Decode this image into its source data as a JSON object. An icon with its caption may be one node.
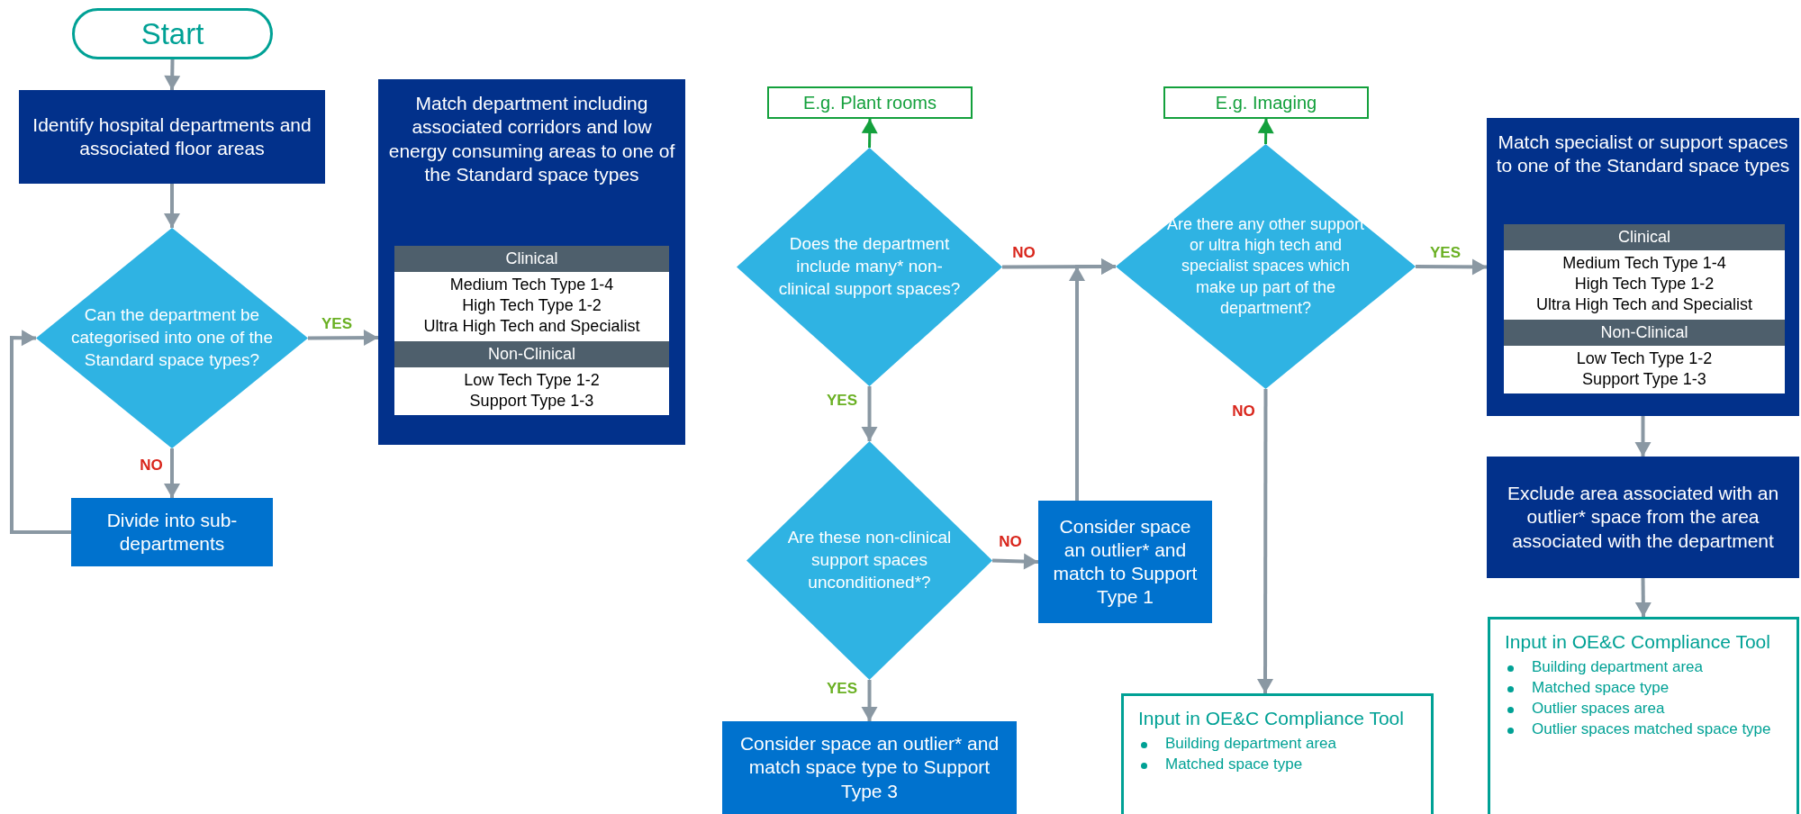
{
  "diagram": {
    "nodes": [
      {
        "text": [
          "Start"
        ]
      },
      {
        "text": [
          "Identify hospital departments and associated floor areas"
        ]
      },
      {
        "text": [
          "Can the department be categorised into one of the Standard space types?"
        ]
      },
      {
        "text": [
          "Divide into sub-departments"
        ]
      },
      {
        "text": [
          "Match department including associated corridors and low energy consuming areas to one of the Standard space types"
        ]
      },
      {
        "text": [
          "E.g. Plant rooms"
        ]
      },
      {
        "text": [
          "Does the department include many* non-clinical support spaces?"
        ]
      },
      {
        "text": [
          "Are these non-clinical support spaces unconditioned*?"
        ]
      },
      {
        "text": [
          "Consider space an outlier* and match to Support Type 1"
        ]
      },
      {
        "text": [
          "Consider space an outlier* and match space type to Support Type 3"
        ]
      },
      {
        "text": [
          "E.g. Imaging"
        ]
      },
      {
        "text": [
          "Are there any other support or ultra high tech and specialist spaces which make up part of the department?"
        ]
      },
      {
        "text": [
          "Match specialist or support spaces to one of the Standard space types"
        ]
      },
      {
        "text": [
          "Exclude area associated with an outlier* space from the area associated with the department"
        ]
      },
      {
        "text": [
          "Input in OE&C Compliance Tool",
          "Building department area",
          "Matched space type"
        ]
      },
      {
        "text": [
          "Input in OE&C Compliance Tool",
          "Building department area",
          "Matched space type",
          "Outlier spaces area",
          "Outlier spaces matched space type"
        ]
      }
    ],
    "edges": [
      {
        "from": 0,
        "to": 1,
        "arrow": "to"
      },
      {
        "from": 1,
        "to": 2,
        "arrow": "to"
      },
      {
        "from": 2,
        "to": 4,
        "arrow": "to",
        "label": "YES"
      },
      {
        "from": 2,
        "to": 3,
        "arrow": "to",
        "label": "NO"
      },
      {
        "from": 3,
        "to": 2,
        "arrow": "to"
      },
      {
        "from": 6,
        "to": 5,
        "arrow": "to",
        "color": "#13a03c"
      },
      {
        "from": 6,
        "to": 11,
        "arrow": "to",
        "label": "NO"
      },
      {
        "from": 6,
        "to": 7,
        "arrow": "to",
        "label": "YES"
      },
      {
        "from": 7,
        "to": 8,
        "arrow": "to",
        "label": "NO"
      },
      {
        "from": 7,
        "to": 9,
        "arrow": "to",
        "label": "YES"
      },
      {
        "from": 8,
        "to": 11,
        "arrow": "to"
      },
      {
        "from": 11,
        "to": 10,
        "arrow": "to",
        "color": "#13a03c"
      },
      {
        "from": 11,
        "to": 12,
        "arrow": "to",
        "label": "YES"
      },
      {
        "from": 11,
        "to": 14,
        "arrow": "to",
        "label": "NO"
      },
      {
        "from": 12,
        "to": 13,
        "arrow": "to"
      },
      {
        "from": 13,
        "to": 15,
        "arrow": "to"
      }
    ],
    "labels": [
      "Clinical",
      "Medium Tech Type 1-4",
      "High Tech Type 1-2",
      "Ultra High Tech and Specialist",
      "Non-Clinical",
      "Low Tech Type 1-2",
      "Support Type 1-3",
      "Clinical",
      "Medium Tech Type 1-4",
      "High Tech Type 1-2",
      "Ultra High Tech and Specialist",
      "Non-Clinical",
      "Low Tech Type 1-2",
      "Support Type 1-3"
    ]
  }
}
